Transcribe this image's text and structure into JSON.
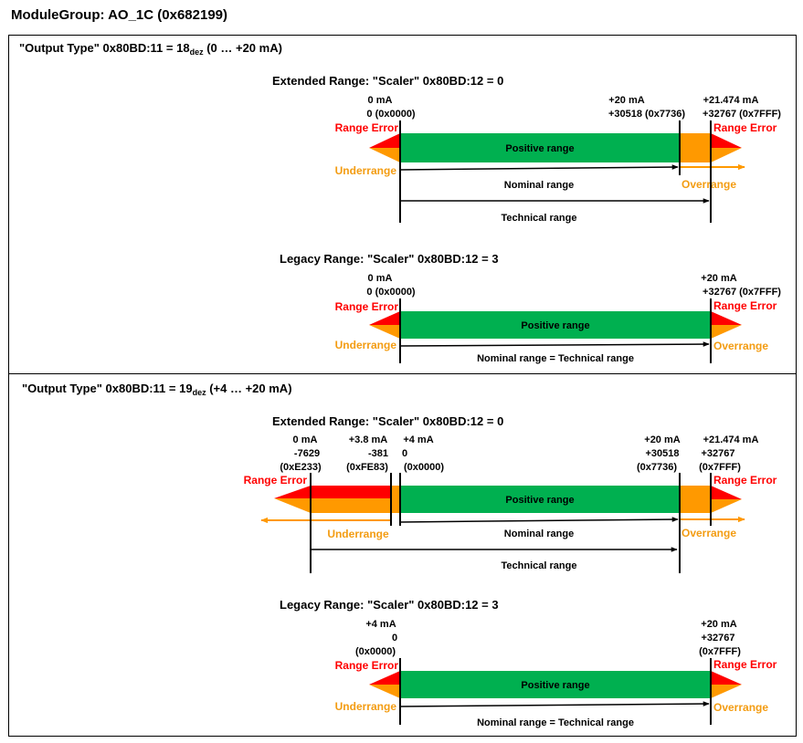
{
  "title": "ModuleGroup: AO_1C (0x682199)",
  "colors": {
    "positive": "#00B050",
    "range_error": "#FF0000",
    "underrange": "#FF9900",
    "error_text": "#FF0000",
    "under_text": "#F39C12"
  },
  "sections": [
    {
      "heading_main": "\"Output Type\" 0x80BD:11 = 18",
      "heading_sub": "dez",
      "heading_tail": " (0 … +20 mA)",
      "ranges": [
        {
          "title": "Extended Range: \"Scaler\" 0x80BD:12 = 0",
          "labels": {
            "zero": [
              "0 mA",
              "0 (0x0000)"
            ],
            "twenty": [
              "+20 mA",
              "+30518 (0x7736)"
            ],
            "max": [
              "+21.474 mA",
              "+32767 (0x7FFF)"
            ]
          },
          "range_error": "Range Error",
          "range_error_right": "Range Error",
          "positive": "Positive range",
          "underrange": "Underrange",
          "overrange": "Overrange",
          "nominal": "Nominal range",
          "technical": "Technical range"
        },
        {
          "title": "Legacy Range: \"Scaler\" 0x80BD:12 = 3",
          "labels": {
            "zero": [
              "0 mA",
              "0 (0x0000)"
            ],
            "max": [
              "+20 mA",
              "+32767 (0x7FFF)"
            ]
          },
          "range_error": "Range Error",
          "range_error_right": "Range Error",
          "positive": "Positive range",
          "underrange": "Underrange",
          "overrange": "Overrange",
          "nominal": "Nominal range = Technical range"
        }
      ]
    },
    {
      "heading_main": "\"Output Type\" 0x80BD:11 = 19",
      "heading_sub": "dez",
      "heading_tail": " (+4 … +20 mA)",
      "ranges": [
        {
          "title": "Extended Range: \"Scaler\" 0x80BD:12 = 0",
          "labels": {
            "zero": [
              "0 mA",
              "-7629",
              "(0xE233)"
            ],
            "three_eight": [
              "+3.8 mA",
              "-381",
              "(0xFE83)"
            ],
            "four": [
              "+4 mA",
              "0",
              "(0x0000)"
            ],
            "twenty": [
              "+20 mA",
              "+30518",
              "(0x7736)"
            ],
            "max": [
              "+21.474 mA",
              "+32767",
              "(0x7FFF)"
            ]
          },
          "range_error": "Range Error",
          "range_error_right": "Range Error",
          "positive": "Positive range",
          "underrange": "Underrange",
          "overrange": "Overrange",
          "nominal": "Nominal range",
          "technical": "Technical range"
        },
        {
          "title": "Legacy Range: \"Scaler\" 0x80BD:12 = 3",
          "labels": {
            "four": [
              "+4 mA",
              "0",
              "(0x0000)"
            ],
            "max": [
              "+20 mA",
              "+32767",
              "(0x7FFF)"
            ]
          },
          "range_error": "Range Error",
          "range_error_right": "Range Error",
          "positive": "Positive range",
          "underrange": "Underrange",
          "overrange": "Overrange",
          "nominal": "Nominal range = Technical range"
        }
      ]
    }
  ]
}
